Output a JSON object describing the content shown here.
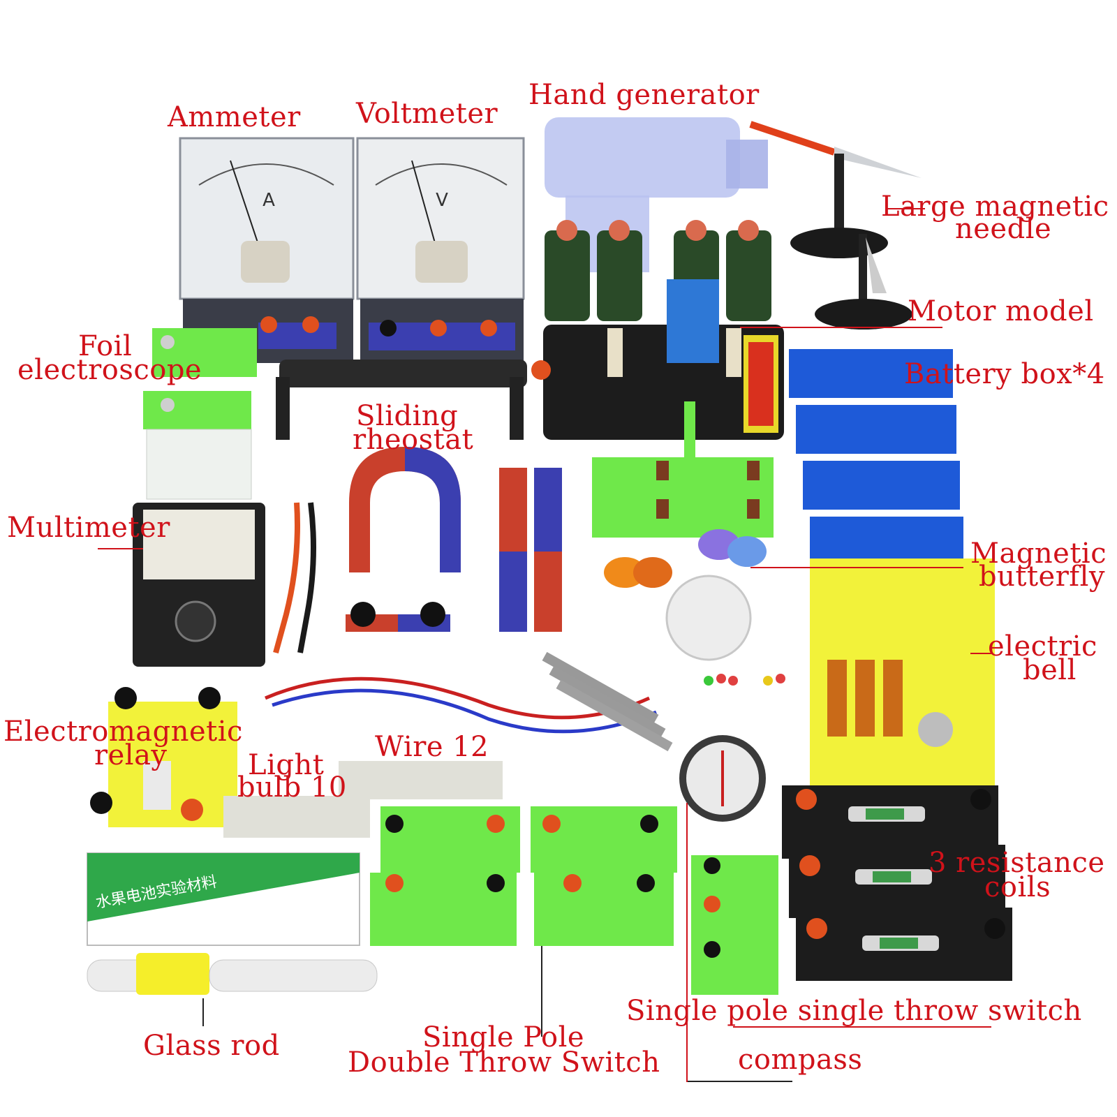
{
  "labels": {
    "ammeter": "Ammeter",
    "voltmeter": "Voltmeter",
    "hand_generator": "Hand generator",
    "large_needle_1": "Large magnetic",
    "large_needle_2": "needle",
    "motor_model": "Motor model",
    "battery_box": "Battery box*4",
    "foil_1": "Foil",
    "foil_2": "electroscope",
    "sliding_1": "Sliding",
    "sliding_2": "rheostat",
    "multimeter": "Multimeter",
    "butterfly_1": "Magnetic",
    "butterfly_2": "butterfly",
    "bell_1": "electric",
    "bell_2": "bell",
    "relay_1": "Electromagnetic",
    "relay_2": "relay",
    "bulb_1": "Light",
    "bulb_2": "bulb 10",
    "wire": "Wire 12",
    "resist_1": "3 resistance",
    "resist_2": "coils",
    "spst": "Single pole single throw switch",
    "compass": "compass",
    "glass_rod": "Glass rod",
    "spdt_1": "Single Pole",
    "spdt_2": "Double Throw Switch"
  },
  "meter_letters": {
    "ammeter": "A",
    "voltmeter": "V"
  },
  "package_text": "水果电池实验材料",
  "colors": {
    "label_red": "#d0121a",
    "board_green": "#6fe84a",
    "bell_yellow": "#f2f23a",
    "battery_blue": "#1e5ad8",
    "meter_base": "#3a3d48"
  }
}
